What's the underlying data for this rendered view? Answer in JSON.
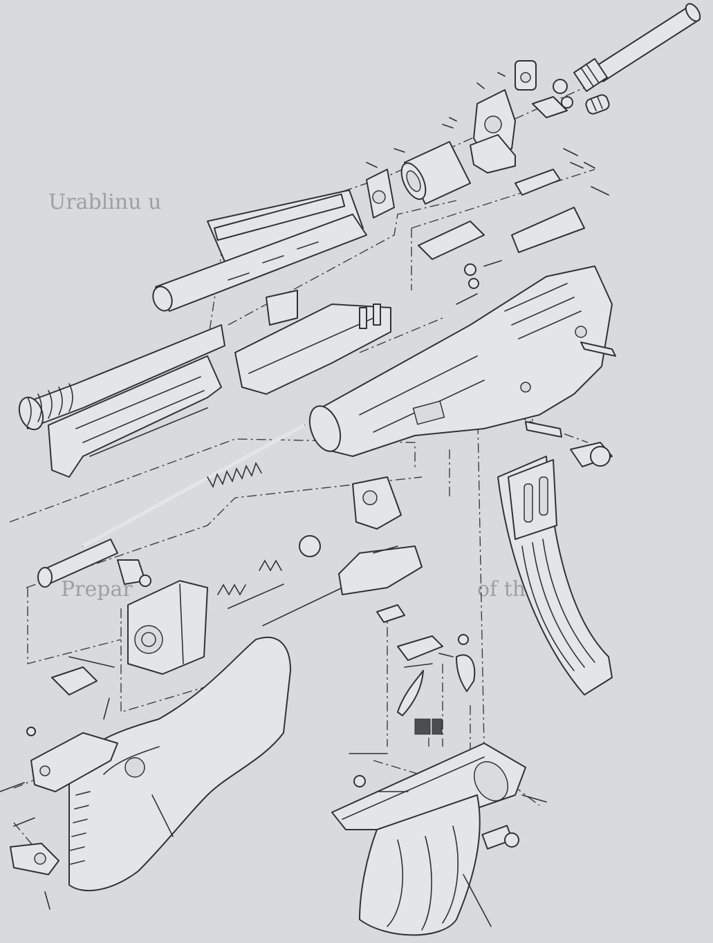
{
  "page": {
    "background": "#d9dcdc",
    "ink": "#2e3232",
    "bleed_through_ink": "#6c7070"
  },
  "bleed_through": [
    "Urablinu u",
    "Prepar",
    "of the"
  ]
}
